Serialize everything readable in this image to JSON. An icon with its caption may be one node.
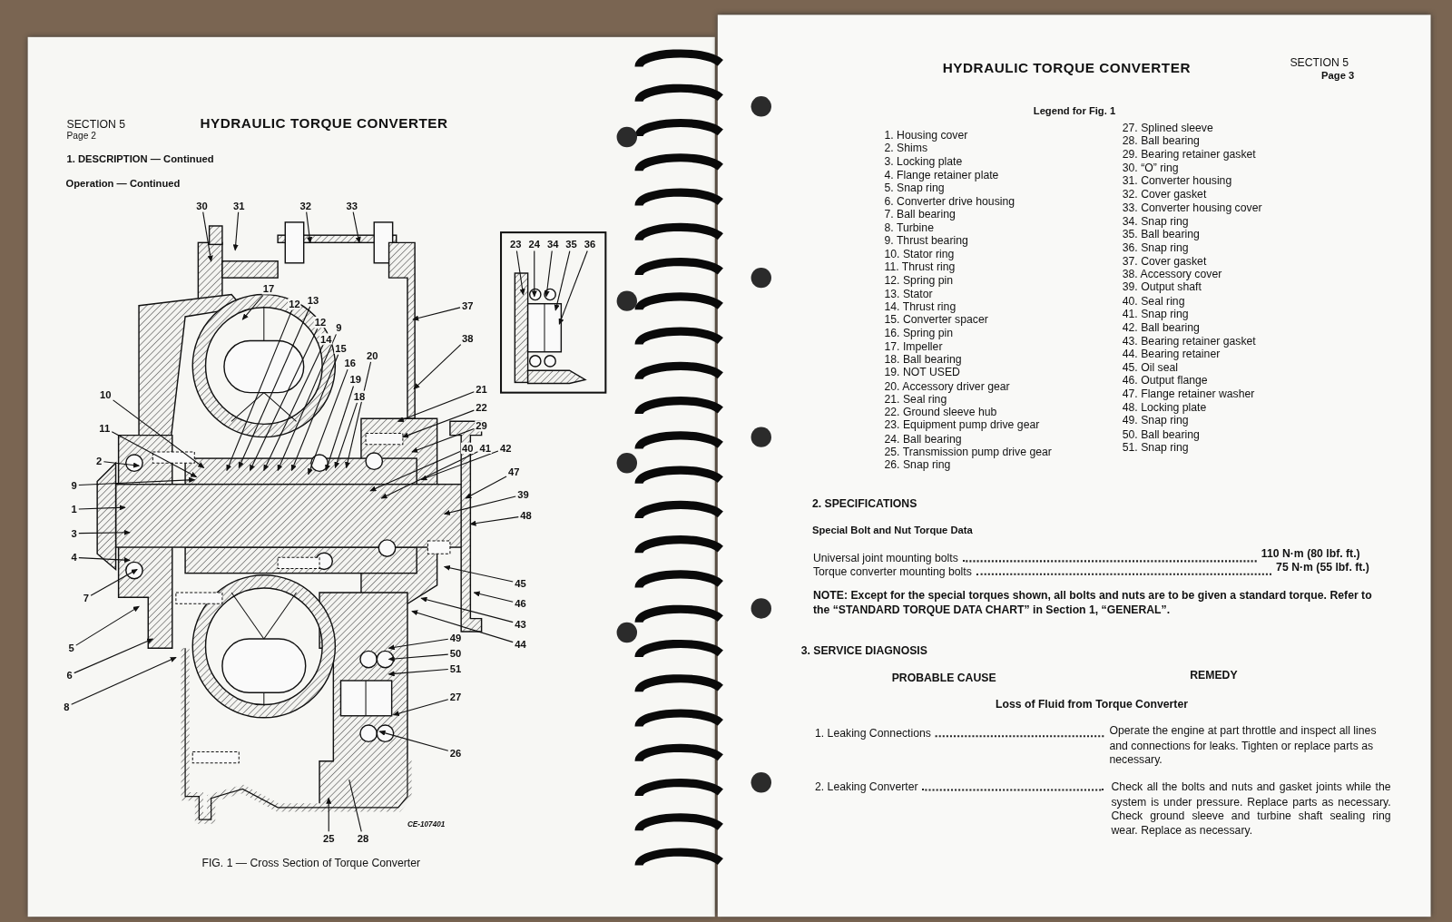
{
  "diagram": {
    "title": "HYDRAULIC TORQUE CONVERTER",
    "caption": "FIG. 1 — Cross Section of Torque Converter",
    "nodes": [
      {
        "text": [
          "30"
        ]
      },
      {
        "text": [
          "31"
        ]
      },
      {
        "text": [
          "32"
        ]
      },
      {
        "text": [
          "33"
        ]
      },
      {
        "text": [],
        "shape": "box"
      },
      {
        "text": [
          "23"
        ],
        "in": 4
      },
      {
        "text": [
          "24"
        ],
        "in": 4
      },
      {
        "text": [
          "34"
        ],
        "in": 4
      },
      {
        "text": [
          "35"
        ],
        "in": 4
      },
      {
        "text": [
          "36"
        ],
        "in": 4
      },
      {
        "text": [
          "17"
        ]
      },
      {
        "text": [
          "12"
        ]
      },
      {
        "text": [
          "13"
        ]
      },
      {
        "text": [
          "12"
        ]
      },
      {
        "text": [
          "14"
        ]
      },
      {
        "text": [
          "9"
        ]
      },
      {
        "text": [
          "15"
        ]
      },
      {
        "text": [
          "37"
        ]
      },
      {
        "text": [
          "38"
        ]
      },
      {
        "text": [
          "16"
        ]
      },
      {
        "text": [
          "20"
        ]
      },
      {
        "text": [
          "21"
        ]
      },
      {
        "text": [
          "19"
        ]
      },
      {
        "text": [
          "22"
        ]
      },
      {
        "text": [
          "18"
        ]
      },
      {
        "text": [
          "29"
        ]
      },
      {
        "text": [
          "10"
        ]
      },
      {
        "text": [
          "40"
        ]
      },
      {
        "text": [
          "41"
        ]
      },
      {
        "text": [
          "11"
        ]
      },
      {
        "text": [
          "42"
        ]
      },
      {
        "text": [
          "2"
        ]
      },
      {
        "text": [
          "47"
        ]
      },
      {
        "text": [
          "9"
        ]
      },
      {
        "text": [
          "39"
        ]
      },
      {
        "text": [
          "1"
        ]
      },
      {
        "text": [
          "48"
        ]
      },
      {
        "text": [
          "3"
        ]
      },
      {
        "text": [
          "4"
        ]
      },
      {
        "text": [
          "7"
        ]
      },
      {
        "text": [
          "45"
        ]
      },
      {
        "text": [
          "5"
        ]
      },
      {
        "text": [
          "46"
        ]
      },
      {
        "text": [
          "43"
        ]
      },
      {
        "text": [
          "44"
        ]
      },
      {
        "text": [
          "49"
        ]
      },
      {
        "text": [
          "50"
        ]
      },
      {
        "text": [
          "6"
        ]
      },
      {
        "text": [
          "51"
        ]
      },
      {
        "text": [
          "27"
        ]
      },
      {
        "text": [
          "8"
        ]
      },
      {
        "text": [
          "26"
        ]
      },
      {
        "text": [
          "25"
        ]
      },
      {
        "text": [
          "28"
        ]
      }
    ],
    "edges": [
      {
        "from": 0,
        "to": null,
        "arrow": "to"
      },
      {
        "from": 1,
        "to": null,
        "arrow": "to"
      },
      {
        "from": 2,
        "to": null,
        "arrow": "to"
      },
      {
        "from": 3,
        "to": null,
        "arrow": "to"
      },
      {
        "from": 5,
        "to": null,
        "arrow": "to"
      },
      {
        "from": 6,
        "to": null,
        "arrow": "to"
      },
      {
        "from": 7,
        "to": null,
        "arrow": "to"
      },
      {
        "from": 8,
        "to": null,
        "arrow": "to"
      },
      {
        "from": 9,
        "to": null,
        "arrow": "to"
      },
      {
        "from": 10,
        "to": null,
        "arrow": "to"
      },
      {
        "from": 11,
        "to": null,
        "arrow": "to"
      },
      {
        "from": 12,
        "to": null,
        "arrow": "to"
      },
      {
        "from": 13,
        "to": null,
        "arrow": "to"
      },
      {
        "from": 14,
        "to": null,
        "arrow": "to"
      },
      {
        "from": 15,
        "to": null,
        "arrow": "to"
      },
      {
        "from": 16,
        "to": null,
        "arrow": "to"
      },
      {
        "from": 17,
        "to": null,
        "arrow": "to"
      },
      {
        "from": 18,
        "to": null,
        "arrow": "to"
      },
      {
        "from": 19,
        "to": null,
        "arrow": "to"
      },
      {
        "from": 20,
        "to": null,
        "arrow": "to"
      },
      {
        "from": 21,
        "to": null,
        "arrow": "to"
      },
      {
        "from": 22,
        "to": null,
        "arrow": "to"
      },
      {
        "from": 23,
        "to": null,
        "arrow": "to"
      },
      {
        "from": 24,
        "to": null,
        "arrow": "to"
      },
      {
        "from": 25,
        "to": null,
        "arrow": "to"
      },
      {
        "from": 26,
        "to": null,
        "arrow": "to"
      },
      {
        "from": 27,
        "to": null,
        "arrow": "to"
      },
      {
        "from": 28,
        "to": null,
        "arrow": "to"
      },
      {
        "from": 29,
        "to": null,
        "arrow": "to"
      },
      {
        "from": 30,
        "to": null,
        "arrow": "to"
      },
      {
        "from": 31,
        "to": null,
        "arrow": "to"
      },
      {
        "from": 32,
        "to": null,
        "arrow": "to"
      },
      {
        "from": 33,
        "to": null,
        "arrow": "to"
      },
      {
        "from": 34,
        "to": null,
        "arrow": "to"
      },
      {
        "from": 35,
        "to": null,
        "arrow": "to"
      },
      {
        "from": 36,
        "to": null,
        "arrow": "to"
      },
      {
        "from": 37,
        "to": null,
        "arrow": "to"
      },
      {
        "from": 38,
        "to": null,
        "arrow": "to"
      },
      {
        "from": 39,
        "to": null,
        "arrow": "to"
      },
      {
        "from": 40,
        "to": null,
        "arrow": "to"
      },
      {
        "from": 41,
        "to": null,
        "arrow": "to"
      },
      {
        "from": 42,
        "to": null,
        "arrow": "to"
      },
      {
        "from": 43,
        "to": null,
        "arrow": "to"
      },
      {
        "from": 44,
        "to": null,
        "arrow": "to"
      },
      {
        "from": 45,
        "to": null,
        "arrow": "to"
      },
      {
        "from": 46,
        "to": null,
        "arrow": "to"
      },
      {
        "from": 47,
        "to": null,
        "arrow": "to"
      },
      {
        "from": 48,
        "to": null,
        "arrow": "to"
      },
      {
        "from": 49,
        "to": null,
        "arrow": "to"
      },
      {
        "from": 50,
        "to": null,
        "arrow": "to"
      },
      {
        "from": 51,
        "to": null,
        "arrow": "to"
      },
      {
        "from": 52,
        "to": null,
        "arrow": "to"
      },
      {
        "from": 53,
        "to": null,
        "arrow": "none"
      }
    ],
    "labels": [
      "SECTION 5",
      "Page 2",
      "1. DESCRIPTION — Continued",
      "Operation — Continued",
      "CE-107401",
      "HYDRAULIC TORQUE CONVERTER",
      "SECTION 5",
      "Page 3",
      "Legend for Fig. 1",
      "1. Housing cover",
      "2. Shims",
      "3. Locking plate",
      "4. Flange retainer plate",
      "5. Snap ring",
      "6. Converter drive housing",
      "7. Ball bearing",
      "8. Turbine",
      "9. Thrust bearing",
      "10. Stator ring",
      "11. Thrust ring",
      "12. Spring pin",
      "13. Stator",
      "14. Thrust ring",
      "15. Converter spacer",
      "16. Spring pin",
      "17. Impeller",
      "18. Ball bearing",
      "19. NOT USED",
      "20. Accessory driver gear",
      "21. Seal ring",
      "22. Ground sleeve hub",
      "23. Equipment pump drive gear",
      "24. Ball bearing",
      "25. Transmission pump drive gear",
      "26. Snap ring",
      "27. Splined sleeve",
      "28. Ball bearing",
      "29. Bearing retainer gasket",
      "30. “O” ring",
      "31. Converter housing",
      "32. Cover gasket",
      "33. Converter housing cover",
      "34. Snap ring",
      "35. Ball bearing",
      "36. Snap ring",
      "37. Cover gasket",
      "38. Accessory cover",
      "39. Output shaft",
      "40. Seal ring",
      "41. Snap ring",
      "42. Ball bearing",
      "43. Bearing retainer gasket",
      "44. Bearing retainer",
      "45. Oil seal",
      "46. Output flange",
      "47. Flange retainer washer",
      "48. Locking plate",
      "49. Snap ring",
      "50. Ball bearing",
      "51. Snap ring",
      "2. SPECIFICATIONS",
      "Special Bolt and Nut Torque Data",
      "Universal joint mounting bolts",
      "110 N·m (80 lbf. ft.)",
      "Torque converter mounting bolts",
      "75 N·m (55 lbf. ft.)",
      "**NOTE:** Except for the special torques shown, all bolts and nuts are to be given a standard torque. Refer to the “STANDARD TORQUE DATA CHART” in Section 1, “GENERAL”.",
      "3. SERVICE DIAGNOSIS",
      "PROBABLE CAUSE",
      "REMEDY",
      "Loss of Fluid from Torque Converter",
      "1. Leaking Connections",
      "Operate the engine at part throttle and inspect all lines and connections for leaks. Tighten or replace parts as necessary.",
      "2. Leaking Converter",
      "Check all the bolts and nuts and gasket joints while the system is under pressure. Replace parts as necessary. Check ground sleeve and turbine shaft sealing ring wear. Replace as necessary."
    ]
  }
}
